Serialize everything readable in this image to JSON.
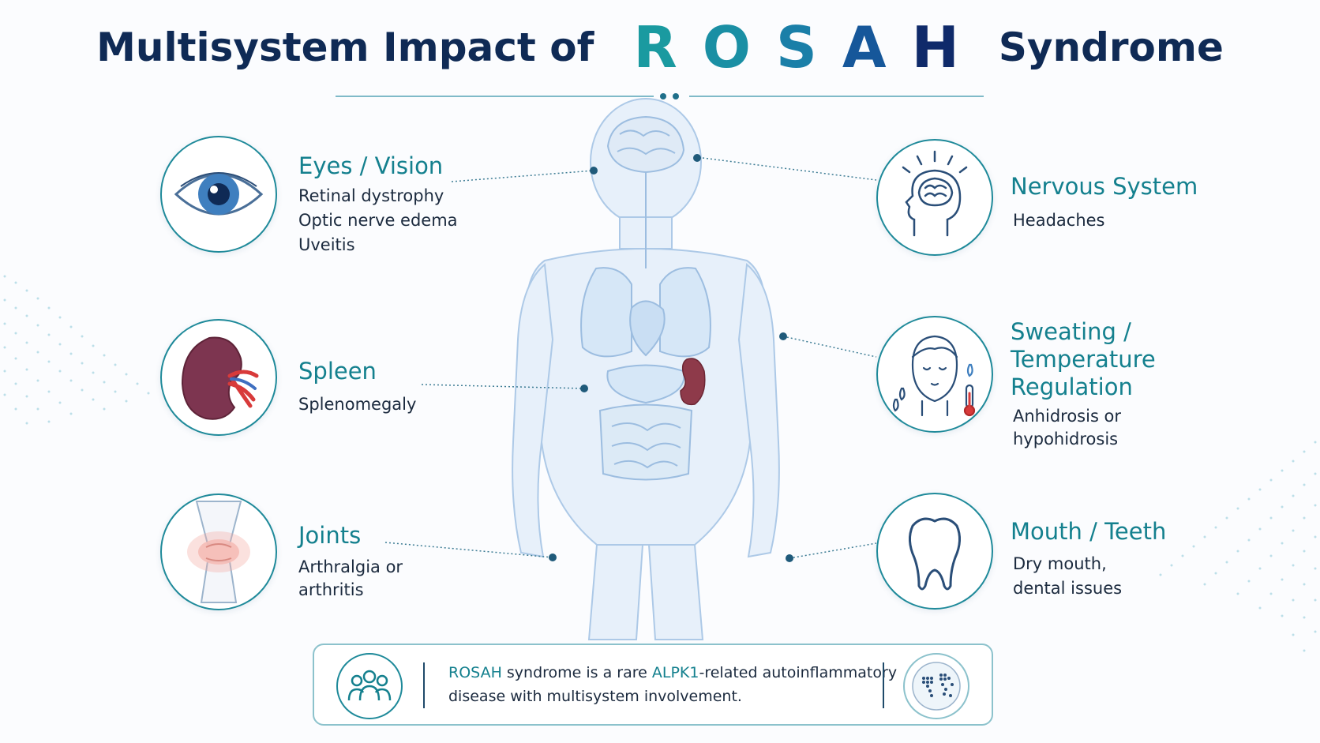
{
  "title": {
    "prefix": "Multisystem Impact of",
    "acronym": [
      "R",
      "O",
      "S",
      "A",
      "H"
    ],
    "suffix": "Syndrome"
  },
  "left_panels": [
    {
      "id": "eyes",
      "heading": "Eyes / Vision",
      "items": [
        "Retinal dystrophy",
        "Optic nerve edema",
        "Uveitis"
      ],
      "icon": "eye-icon"
    },
    {
      "id": "spleen",
      "heading": "Spleen",
      "items": [
        "Splenomegaly"
      ],
      "icon": "spleen-icon"
    },
    {
      "id": "joints",
      "heading": "Joints",
      "items": [
        "Arthralgia or",
        "arthritis"
      ],
      "icon": "knee-joint-icon"
    }
  ],
  "right_panels": [
    {
      "id": "nervous",
      "heading": "Nervous System",
      "items": [
        "Headaches"
      ],
      "icon": "brain-head-icon"
    },
    {
      "id": "sweating",
      "heading": "Sweating / Temperature Regulation",
      "heading_lines": [
        "Sweating /",
        "Temperature",
        "Regulation"
      ],
      "items": [
        "Anhidrosis or",
        "hypohidrosis"
      ],
      "icon": "face-sweat-thermometer-icon"
    },
    {
      "id": "mouth",
      "heading": "Mouth / Teeth",
      "items": [
        "Dry mouth,",
        "dental issues"
      ],
      "icon": "tooth-icon"
    }
  ],
  "footer": {
    "pre": "ROSAH",
    "mid1": " syndrome is a rare ",
    "gene": "ALPK1",
    "mid2": "-related autoinflammatory",
    "line2": "disease with multisystem involvement.",
    "left_icon": "people-group-icon",
    "right_icon": "globe-icon"
  },
  "colors": {
    "title": "#0f2a55",
    "teal": "#14808e",
    "acronym": [
      "#1a9aa0",
      "#1a8fa4",
      "#1a7fa8",
      "#16579a",
      "#0f2a6a"
    ],
    "body_outline": "#a9c7e6"
  }
}
